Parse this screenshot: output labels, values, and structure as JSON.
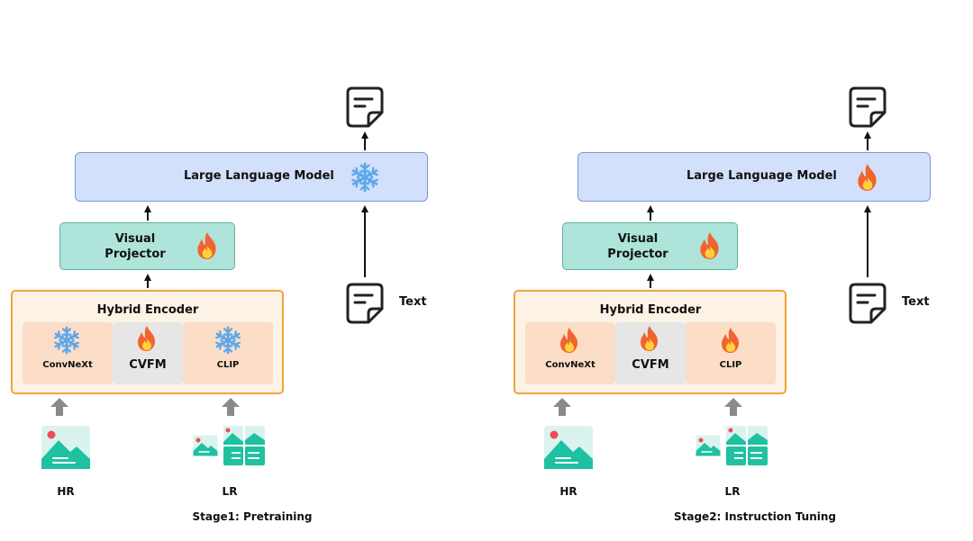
{
  "stages": [
    {
      "caption": "Stage1: Pretraining",
      "llm_label": "Large Language Model",
      "llm_icon": "snowflake-icon",
      "projector_label": [
        "Visual",
        "Projector"
      ],
      "projector_icon": "fire-icon",
      "encoder_title": "Hybrid Encoder",
      "encoder_parts": [
        {
          "label": "ConvNeXt",
          "icon": "snowflake-icon"
        },
        {
          "label": "CVFM",
          "icon": "fire-icon"
        },
        {
          "label": "CLIP",
          "icon": "snowflake-icon"
        }
      ],
      "inputs": {
        "hr": "HR",
        "lr": "LR",
        "text": "Text"
      }
    },
    {
      "caption": "Stage2: Instruction Tuning",
      "llm_label": "Large Language Model",
      "llm_icon": "fire-icon",
      "projector_label": [
        "Visual",
        "Projector"
      ],
      "projector_icon": "fire-icon",
      "encoder_title": "Hybrid Encoder",
      "encoder_parts": [
        {
          "label": "ConvNeXt",
          "icon": "fire-icon"
        },
        {
          "label": "CVFM",
          "icon": "fire-icon"
        },
        {
          "label": "CLIP",
          "icon": "fire-icon"
        }
      ],
      "inputs": {
        "hr": "HR",
        "lr": "LR",
        "text": "Text"
      }
    }
  ],
  "colors": {
    "llm_fill": "#d3e0fb",
    "projector_fill": "#aee4d9",
    "encoder_fill": "#fdf2e6",
    "encoder_border": "#f2a43a",
    "fire": "#f0642f",
    "snowflake": "#5aa7ea",
    "image_icon": "#1fc1a0"
  }
}
